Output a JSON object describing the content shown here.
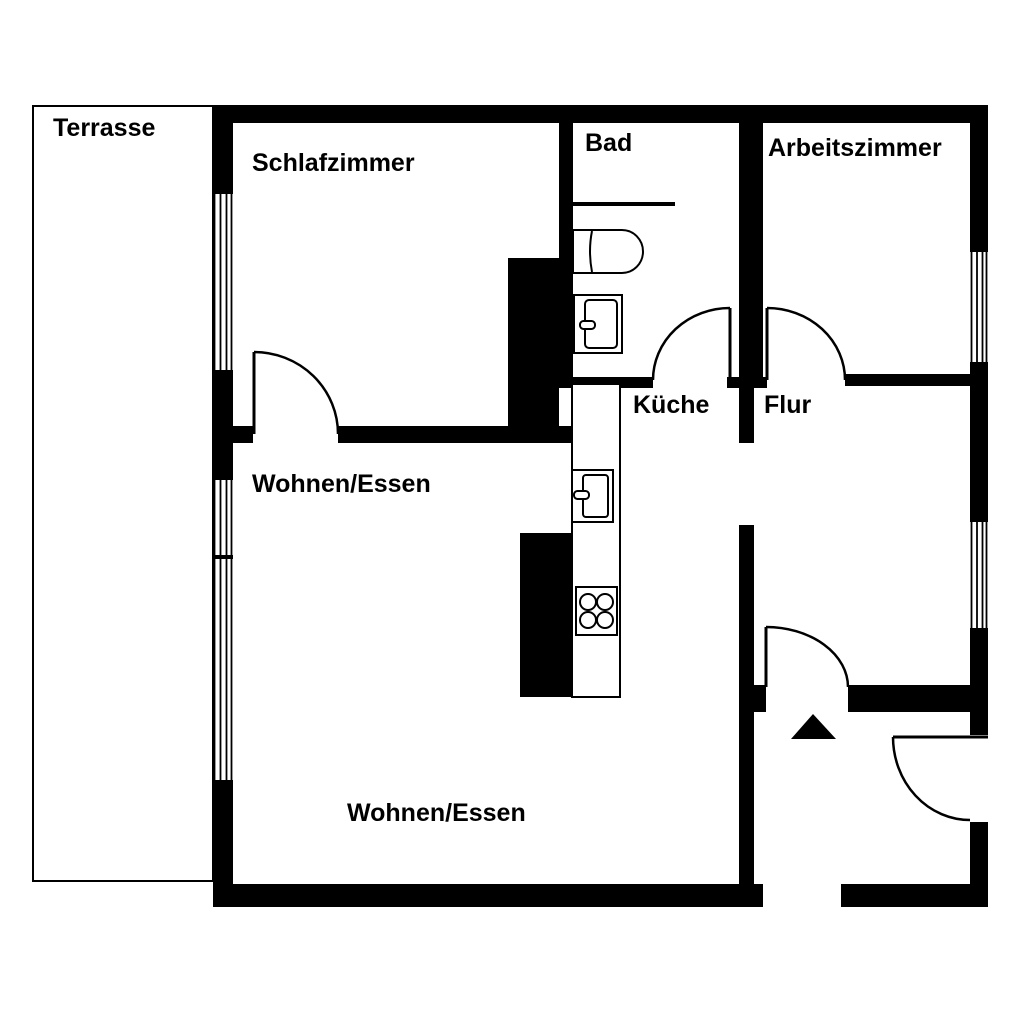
{
  "document_type": "apartment floor plan",
  "labels": {
    "terrasse": "Terrasse",
    "schlafzimmer": "Schlafzimmer",
    "bad": "Bad",
    "arbeitszimmer": "Arbeitszimmer",
    "wohnen_essen_upper": "Wohnen/Essen",
    "kueche": "Küche",
    "flur": "Flur",
    "wohnen_essen_lower": "Wohnen/Essen"
  },
  "colors": {
    "wall": "#000000",
    "floor": "#ffffff",
    "line": "#000000"
  }
}
